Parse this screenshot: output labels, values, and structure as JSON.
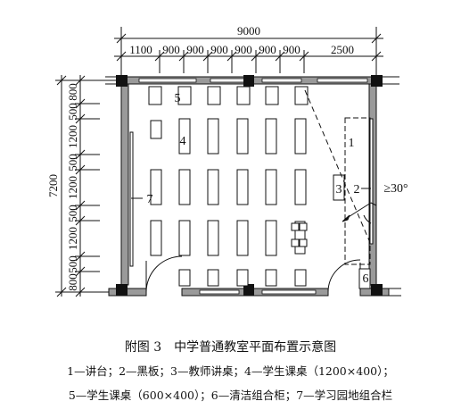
{
  "figure": {
    "overall_width": "9000",
    "overall_depth": "7200",
    "top_dims": [
      "1100",
      "900",
      "900",
      "900",
      "900",
      "900",
      "900",
      "2500"
    ],
    "left_dims": [
      "800",
      "500",
      "1200",
      "500",
      "1200",
      "500",
      "1200",
      "500",
      "800"
    ],
    "angle_label": "≥30°",
    "labels": {
      "n1": "1",
      "n2": "2",
      "n3": "3",
      "n4": "4",
      "n5": "5",
      "n6": "6",
      "n7": "7"
    }
  },
  "caption": {
    "title": "附图 3　中学普通教室平面布置示意图",
    "legend_line1": "1—讲台；2—黑板；3—教师讲桌；4—学生课桌（1200×400）；",
    "legend_line2": "5—学生课桌（600×400）；6—清洁组合柜；7—学习园地组合栏"
  }
}
